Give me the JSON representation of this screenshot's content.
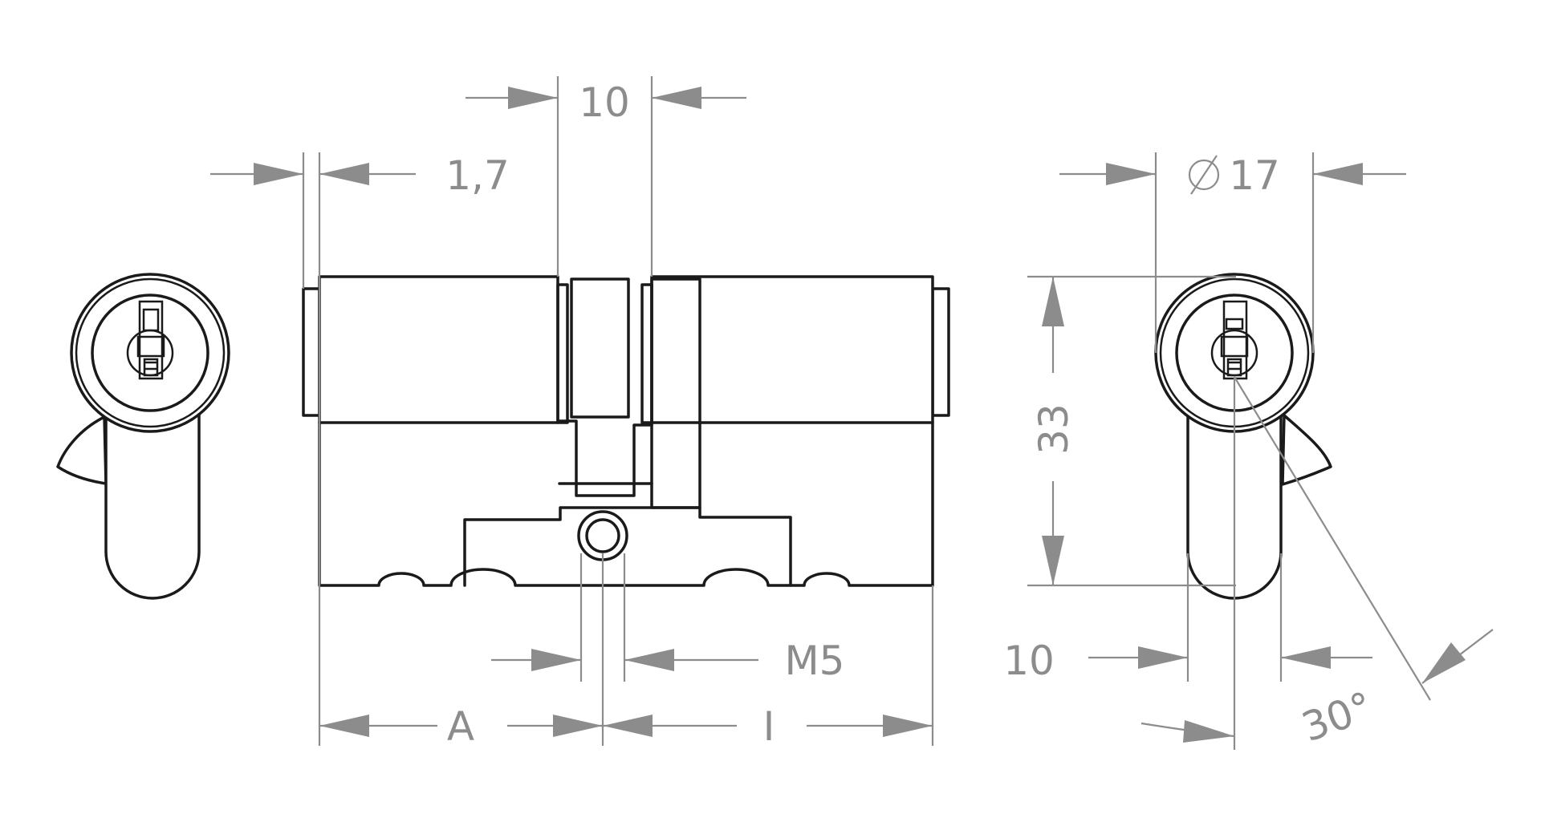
{
  "labels": {
    "dim_10_top": "10",
    "dim_1_7": "1,7",
    "dim_diameter": "17",
    "dim_33": "33",
    "dim_m5": "M5",
    "dim_a": "A",
    "dim_i": "I",
    "dim_10_bottom": "10",
    "dim_angle": "30°"
  },
  "icons": {
    "diameter_symbol": "diameter-icon"
  },
  "colors": {
    "outline": "#1a1a1a",
    "dimension": "#8c8c8c",
    "background": "#ffffff"
  }
}
